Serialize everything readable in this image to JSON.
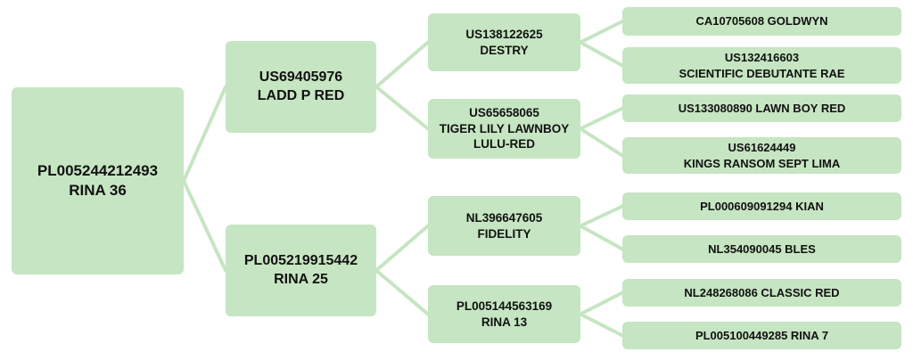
{
  "diagram": {
    "type": "pedigree-tree",
    "colors": {
      "node_fill": "#c6e5c2",
      "connector": "#c6e5c2",
      "text": "#111111"
    },
    "root": {
      "id": "root",
      "lines": [
        "PL005244212493",
        "RINA 36"
      ],
      "children": [
        {
          "id": "sire",
          "lines": [
            "US69405976",
            "LADD P RED"
          ],
          "children": [
            {
              "id": "sire-sire",
              "lines": [
                "US138122625",
                "DESTRY"
              ],
              "children": [
                {
                  "id": "sss",
                  "lines": [
                    "CA10705608 GOLDWYN"
                  ]
                },
                {
                  "id": "ssd",
                  "lines": [
                    "US132416603",
                    "SCIENTIFIC DEBUTANTE RAE"
                  ]
                }
              ]
            },
            {
              "id": "sire-dam",
              "lines": [
                "US65658065",
                "TIGER LILY LAWNBOY",
                "LULU-RED"
              ],
              "children": [
                {
                  "id": "sds",
                  "lines": [
                    "US133080890 LAWN BOY RED"
                  ]
                },
                {
                  "id": "sdd",
                  "lines": [
                    "US61624449",
                    "KINGS RANSOM SEPT LIMA"
                  ]
                }
              ]
            }
          ]
        },
        {
          "id": "dam",
          "lines": [
            "PL005219915442",
            "RINA 25"
          ],
          "children": [
            {
              "id": "dam-sire",
              "lines": [
                "NL396647605",
                "FIDELITY"
              ],
              "children": [
                {
                  "id": "dss",
                  "lines": [
                    "PL000609091294 KIAN"
                  ]
                },
                {
                  "id": "dsd",
                  "lines": [
                    "NL354090045 BLES"
                  ]
                }
              ]
            },
            {
              "id": "dam-dam",
              "lines": [
                "PL005144563169",
                "RINA 13"
              ],
              "children": [
                {
                  "id": "dds",
                  "lines": [
                    "NL248268086 CLASSIC RED"
                  ]
                },
                {
                  "id": "ddd",
                  "lines": [
                    "PL005100449285 RINA 7"
                  ]
                }
              ]
            }
          ]
        }
      ]
    }
  }
}
